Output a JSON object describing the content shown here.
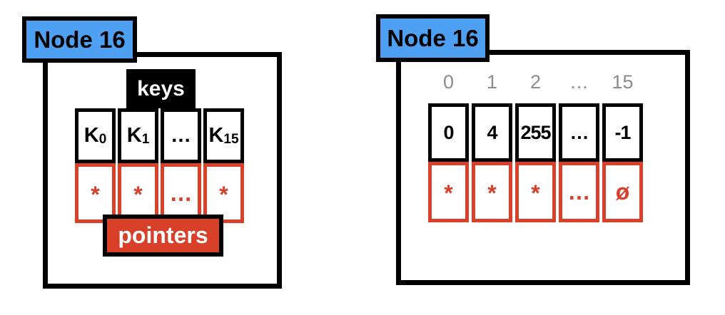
{
  "colors": {
    "node_blue": "#4DA0F2",
    "pointer_red": "#D8402A",
    "index_gray": "#8C8C8C",
    "outline_black": "#000000"
  },
  "left": {
    "node_label": "Node 16",
    "keys_label": "keys",
    "pointers_label": "pointers",
    "keys": [
      {
        "base": "K",
        "sub": "0"
      },
      {
        "base": "K",
        "sub": "1"
      },
      {
        "base": "…",
        "sub": ""
      },
      {
        "base": "K",
        "sub": "15"
      }
    ],
    "pointers": [
      "*",
      "*",
      "…",
      "*"
    ]
  },
  "right": {
    "node_label": "Node 16",
    "indices": [
      "0",
      "1",
      "2",
      "…",
      "15"
    ],
    "keys": [
      "0",
      "4",
      "255",
      "…",
      "-1"
    ],
    "pointers": [
      "*",
      "*",
      "*",
      "…",
      "ø"
    ]
  }
}
